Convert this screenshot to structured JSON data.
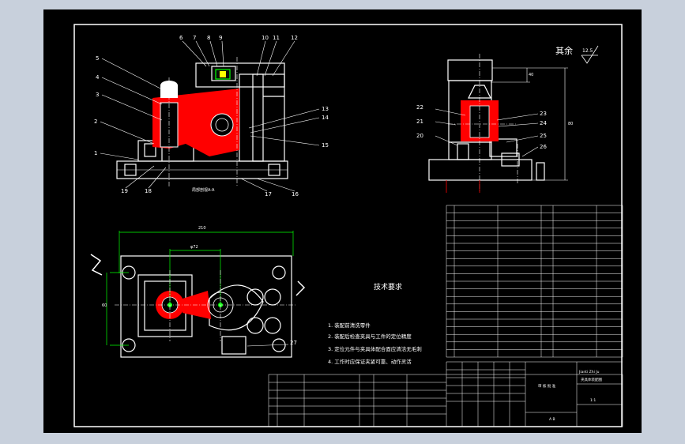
{
  "viewer": {
    "title": "",
    "background": "#c8d0dc"
  },
  "drawing": {
    "surface_remark": "其余",
    "roughness_value": "12.5",
    "technical_title": "技术要求",
    "technical_notes": [
      "1. 装配前清洗零件",
      "2. 装配后检查夹具与工件的定位精度",
      "3. 定位元件与夹具体配合面应清洁无毛刺",
      "4. 工作时应保证夹紧可靠、动作灵活"
    ],
    "section_caption": "局部剖视A-A",
    "dimension_overall_width": "210",
    "dimension_spacing": "φ72",
    "dimension_side_height": "80",
    "dimension_side_small": "40",
    "dimension_left_height": "60",
    "part_numbers": {
      "front_top": [
        "6",
        "7",
        "8",
        "9",
        "10",
        "11",
        "12"
      ],
      "front_left": [
        "5",
        "4",
        "3",
        "2",
        "1"
      ],
      "front_right": [
        "13",
        "14",
        "15"
      ],
      "front_bottom": [
        "19",
        "18",
        "17",
        "16"
      ],
      "side_left": [
        "22",
        "21",
        "20"
      ],
      "side_right": [
        "23",
        "24",
        "25",
        "26"
      ],
      "plan_right": "27"
    },
    "title_block": {
      "name": "夹具体装配图",
      "scale": "1:1"
    },
    "colors": {
      "line": "#ffffff",
      "highlight": "#ff0000",
      "green": "#00ff00",
      "yellow": "#ffff00"
    }
  }
}
